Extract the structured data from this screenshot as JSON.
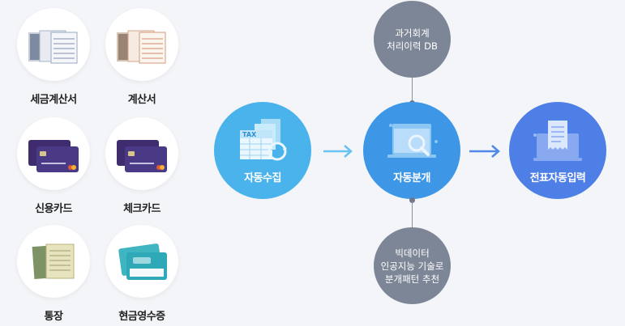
{
  "sources": [
    {
      "label": "세금계산서",
      "icon": "tax-invoice-icon"
    },
    {
      "label": "계산서",
      "icon": "invoice-icon"
    },
    {
      "label": "신용카드",
      "icon": "credit-card-icon"
    },
    {
      "label": "체크카드",
      "icon": "check-card-icon"
    },
    {
      "label": "통장",
      "icon": "bankbook-icon"
    },
    {
      "label": "현금영수증",
      "icon": "cash-receipt-icon"
    }
  ],
  "process": {
    "collect": {
      "label": "자동수집",
      "badge": "TAX",
      "color": "#4ab3ec"
    },
    "classify": {
      "label": "자동분개",
      "color": "#3d97e6"
    },
    "entry": {
      "label": "전표자동입력",
      "color": "#4e7fe6"
    }
  },
  "top_note": {
    "line1": "과거회계",
    "line2": "처리이력 DB"
  },
  "bottom_note": {
    "line1": "빅데이터",
    "line2": "인공지능 기술로",
    "line3": "분개패턴 추천"
  },
  "colors": {
    "arrow1": "#68c2f3",
    "arrow2": "#4f88e8",
    "note": "#7d8696"
  }
}
